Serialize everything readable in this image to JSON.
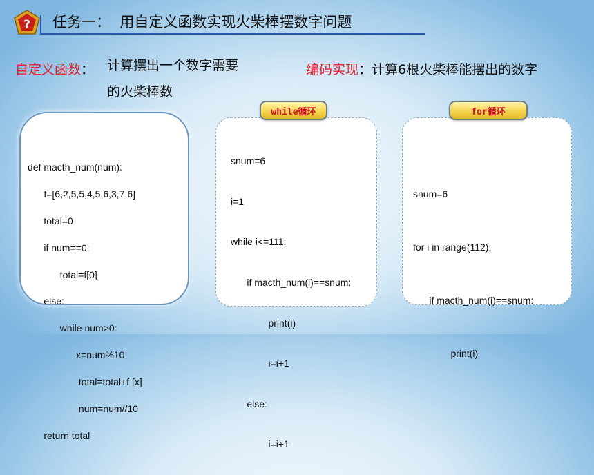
{
  "title": {
    "text": "任务一：  用自定义函数实现火柴棒摆数字问题",
    "icon": "question-mark-icon"
  },
  "left_header": {
    "label": "自定义函数",
    "colon": "：",
    "desc_line1": "计算摆出一个数字需要",
    "desc_line2": "的火柴棒数"
  },
  "right_header": {
    "label": "编码实现",
    "colon": "：",
    "desc": "计算6根火柴棒能摆出的数字"
  },
  "function_code": [
    "def macth_num(num):",
    "      f=[6,2,5,5,4,5,6,3,7,6]",
    "      total=0",
    "      if num==0:",
    "            total=f[0]",
    "      else:",
    "            while num>0:",
    "                  x=num%10",
    "                   total=total+f [x]",
    "                   num=num//10",
    "      return total"
  ],
  "while_tag": "while循环",
  "while_code": [
    "snum=6",
    "i=1",
    "while i<=111:",
    "      if macth_num(i)==snum:",
    "              print(i)",
    "              i=i+1",
    "      else:",
    "              i=i+1"
  ],
  "for_tag": "for循环",
  "for_code": [
    "snum=6",
    "for i in range(112):",
    "      if macth_num(i)==snum:",
    "              print(i)"
  ],
  "colors": {
    "label_red": "#e0202a",
    "title_line": "#2a58a8",
    "tag_text": "#d0102a"
  }
}
